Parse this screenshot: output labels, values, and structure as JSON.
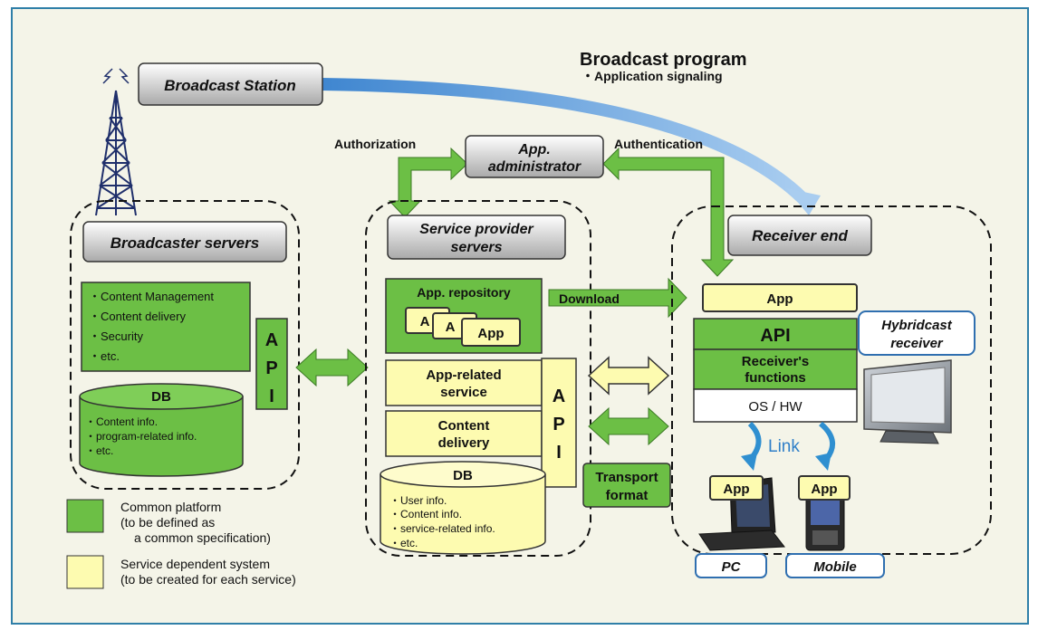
{
  "header": {
    "title": "Broadcast program",
    "subtitle": "・Application signaling"
  },
  "labels": {
    "broadcast_station": "Broadcast Station",
    "authorization": "Authorization",
    "authentication": "Authentication",
    "app_administrator_line1": "App.",
    "app_administrator_line2": "administrator",
    "download": "Download",
    "transport_line1": "Transport",
    "transport_line2": "format",
    "link": "Link"
  },
  "broadcaster": {
    "title": "Broadcaster servers",
    "items": [
      "・Content Management",
      "・Content delivery",
      "・Security",
      "・etc."
    ],
    "api": [
      "A",
      "P",
      "I"
    ],
    "db_title": "DB",
    "db_items": [
      "・Content info.",
      "・program-related info.",
      "・etc."
    ]
  },
  "service_provider": {
    "title_line1": "Service provider",
    "title_line2": "servers",
    "repository": "App. repository",
    "app_cards": [
      "A",
      "A",
      "App"
    ],
    "app_related_line1": "App-related",
    "app_related_line2": "service",
    "content_delivery_line1": "Content",
    "content_delivery_line2": "delivery",
    "api": [
      "A",
      "P",
      "I"
    ],
    "db_title": "DB",
    "db_items": [
      "・User info.",
      "・Content info.",
      "・service-related info.",
      "・etc."
    ]
  },
  "receiver": {
    "title": "Receiver end",
    "app": "App",
    "api": "API",
    "functions_line1": "Receiver's",
    "functions_line2": "functions",
    "os": "OS / HW",
    "hybridcast_line1": "Hybridcast",
    "hybridcast_line2": "receiver",
    "pc_app": "App",
    "mobile_app": "App",
    "pc": "PC",
    "mobile": "Mobile"
  },
  "legend": {
    "common_line1": "Common platform",
    "common_line2": "(to be defined as",
    "common_line3": "a common specification)",
    "service_line1": "Service dependent system",
    "service_line2": "(to be created for each service)"
  },
  "colors": {
    "green": "#6cbf45",
    "yellow": "#fdfbb0",
    "blue_arrow": "#7fb3e3",
    "frame": "#2f7fa8",
    "background": "#f4f4e8"
  }
}
